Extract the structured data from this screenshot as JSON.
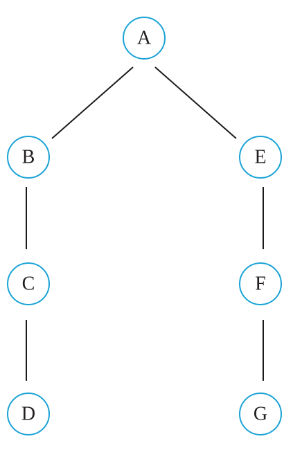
{
  "colors": {
    "node_stroke": "#1ba3d6",
    "edge_stroke": "#1a1a1a",
    "label_text": "#231f20",
    "background": "#ffffff"
  },
  "nodes": [
    {
      "id": "A",
      "label": "A"
    },
    {
      "id": "B",
      "label": "B"
    },
    {
      "id": "E",
      "label": "E"
    },
    {
      "id": "C",
      "label": "C"
    },
    {
      "id": "F",
      "label": "F"
    },
    {
      "id": "D",
      "label": "D"
    },
    {
      "id": "G",
      "label": "G"
    }
  ],
  "edges": [
    {
      "from": "A",
      "to": "B"
    },
    {
      "from": "A",
      "to": "E"
    },
    {
      "from": "B",
      "to": "C"
    },
    {
      "from": "C",
      "to": "D"
    },
    {
      "from": "E",
      "to": "F"
    },
    {
      "from": "F",
      "to": "G"
    }
  ]
}
